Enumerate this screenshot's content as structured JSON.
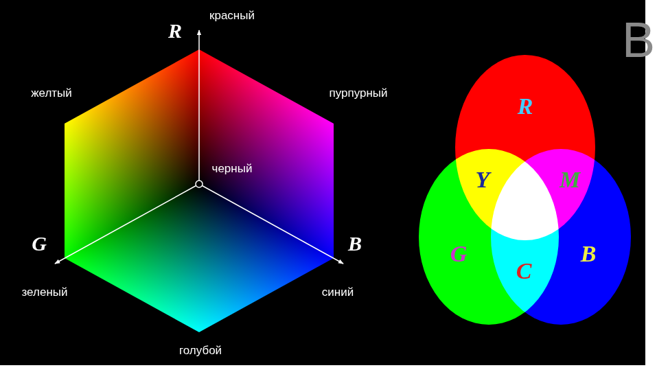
{
  "diagram": {
    "nodes": [
      {
        "text": [
          "R"
        ]
      },
      {
        "text": [
          "G"
        ]
      },
      {
        "text": [
          "B"
        ]
      }
    ],
    "labels": [
      "В",
      "R",
      "красный",
      "желтый",
      "пурпурный",
      "черный",
      "G",
      "B",
      "зеленый",
      "синий",
      "голубой",
      "Y",
      "M",
      "C"
    ]
  }
}
